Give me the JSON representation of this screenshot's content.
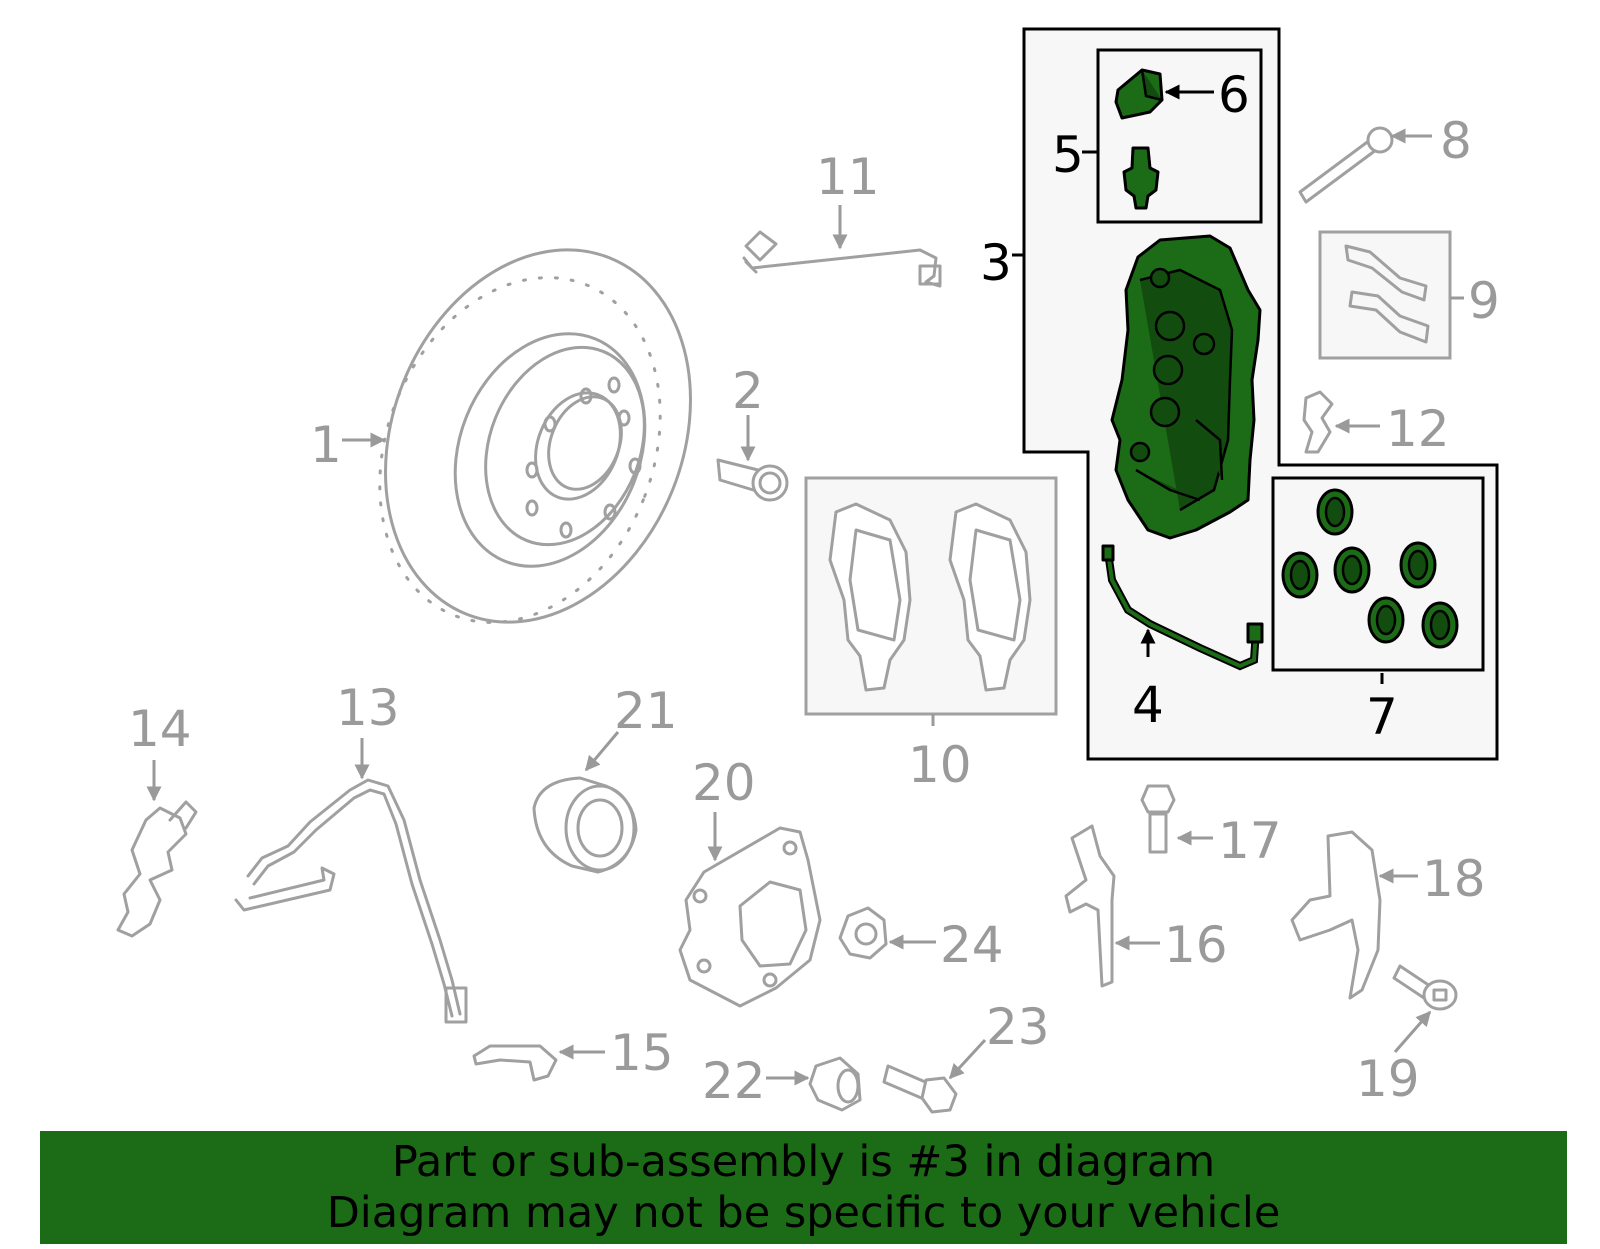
{
  "diagram": {
    "callouts": {
      "c1": "1",
      "c2": "2",
      "c3": "3",
      "c4": "4",
      "c5": "5",
      "c6": "6",
      "c7": "7",
      "c8": "8",
      "c9": "9",
      "c10": "10",
      "c11": "11",
      "c12": "12",
      "c13": "13",
      "c14": "14",
      "c15": "15",
      "c16": "16",
      "c17": "17",
      "c18": "18",
      "c19": "19",
      "c20": "20",
      "c21": "21",
      "c22": "22",
      "c23": "23",
      "c24": "24"
    },
    "highlighted_part": "3"
  },
  "banner": {
    "line1": "Part or sub-assembly is #3 in diagram",
    "line2": "Diagram may not be specific to your vehicle"
  },
  "colors": {
    "highlight_green": "#1c6b16",
    "banner_green": "#1c6b16",
    "part_grey": "#a0a0a0",
    "box_fill": "#f7f7f7"
  }
}
